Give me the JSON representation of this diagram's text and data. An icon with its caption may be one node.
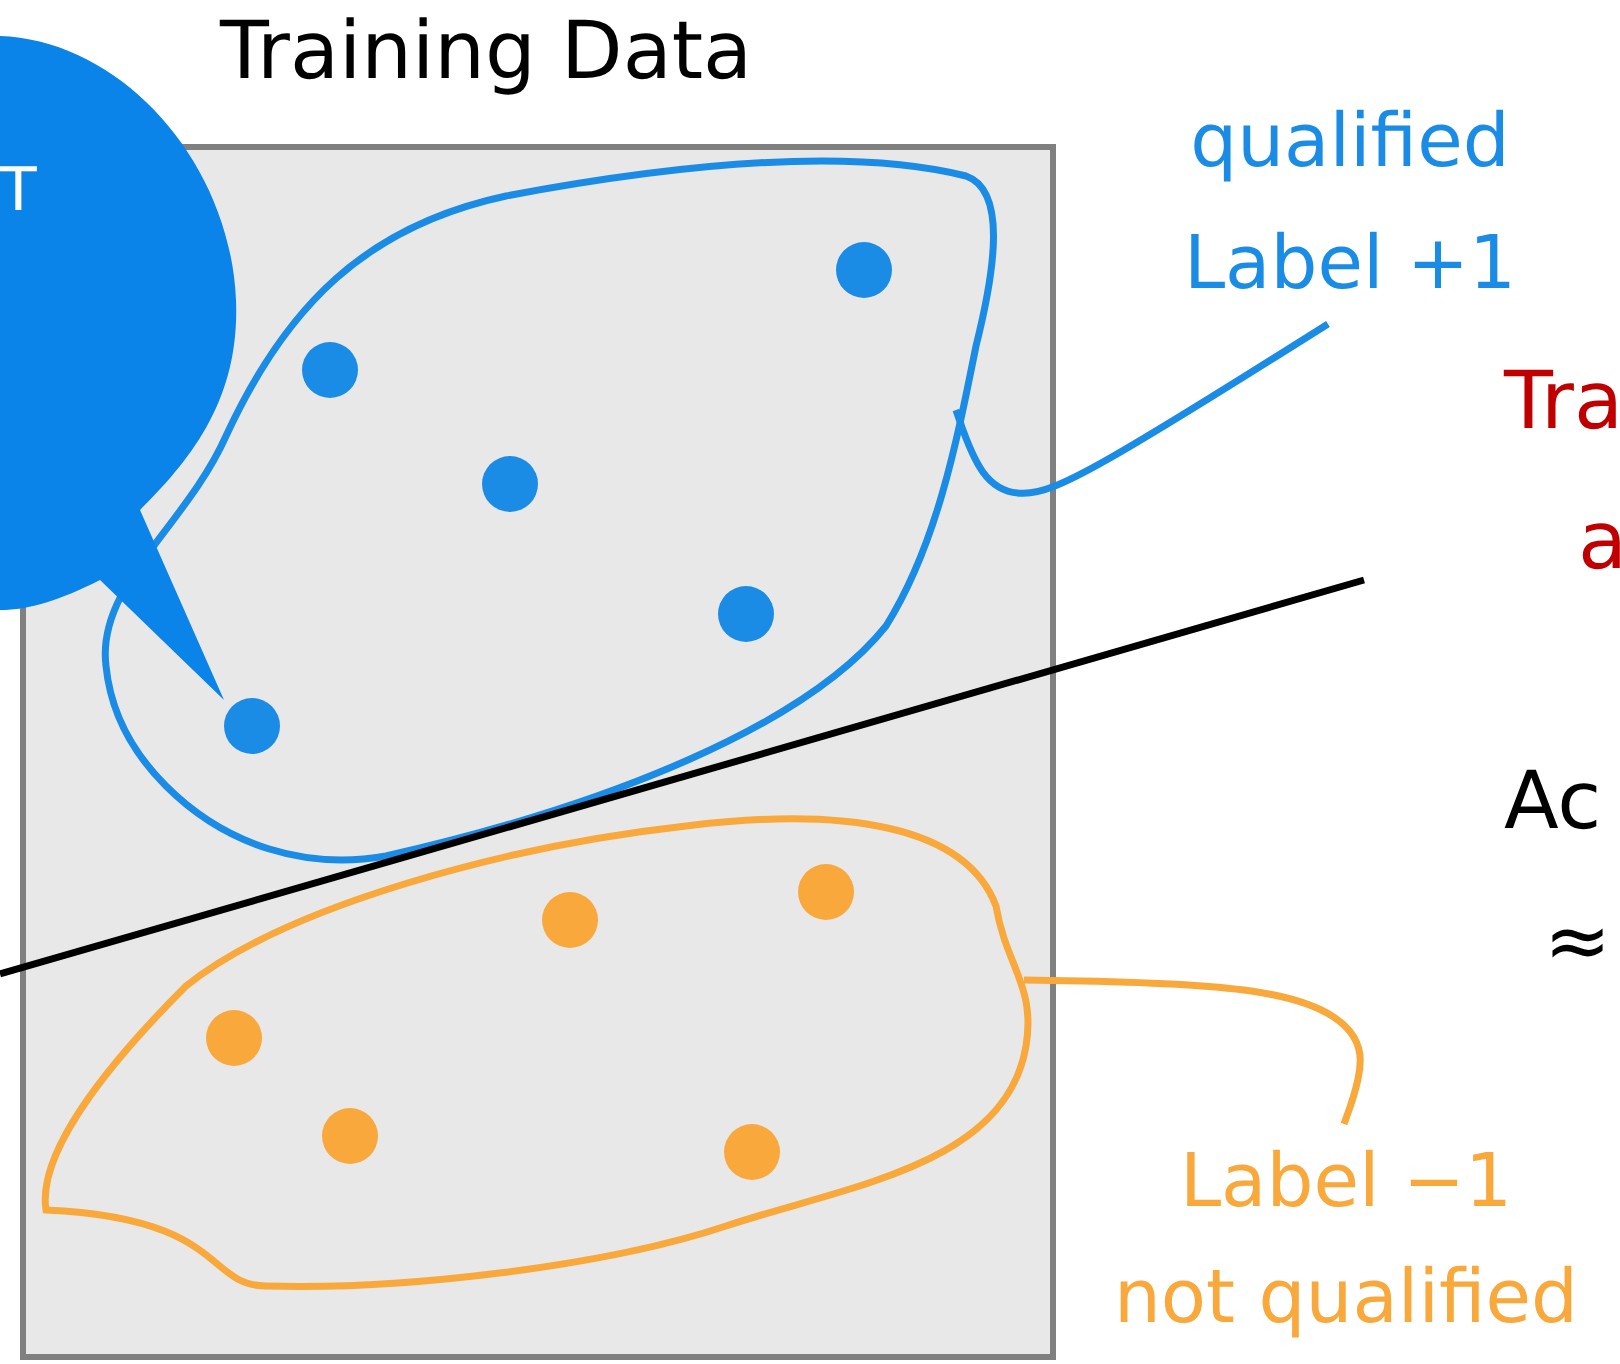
{
  "diagram": {
    "nodes": [
      {
        "text": [
          "Training Data"
        ]
      },
      {
        "text": [],
        "shape": "cloud",
        "in": 0
      },
      {
        "text": [],
        "shape": "cloud",
        "in": 0
      },
      {
        "text": [
          "qualified Label +1"
        ]
      },
      {
        "text": [
          "Label −1 not qualified"
        ]
      },
      {
        "text": [
          "T"
        ]
      }
    ],
    "edges": [
      {
        "from": 3,
        "to": 1,
        "arrow": "none",
        "color": "#1a8ce6"
      },
      {
        "from": 4,
        "to": 2,
        "arrow": "none",
        "color": "#f9a83c"
      }
    ],
    "labels": [
      "Tra",
      "a",
      "Ac",
      "≈"
    ]
  }
}
